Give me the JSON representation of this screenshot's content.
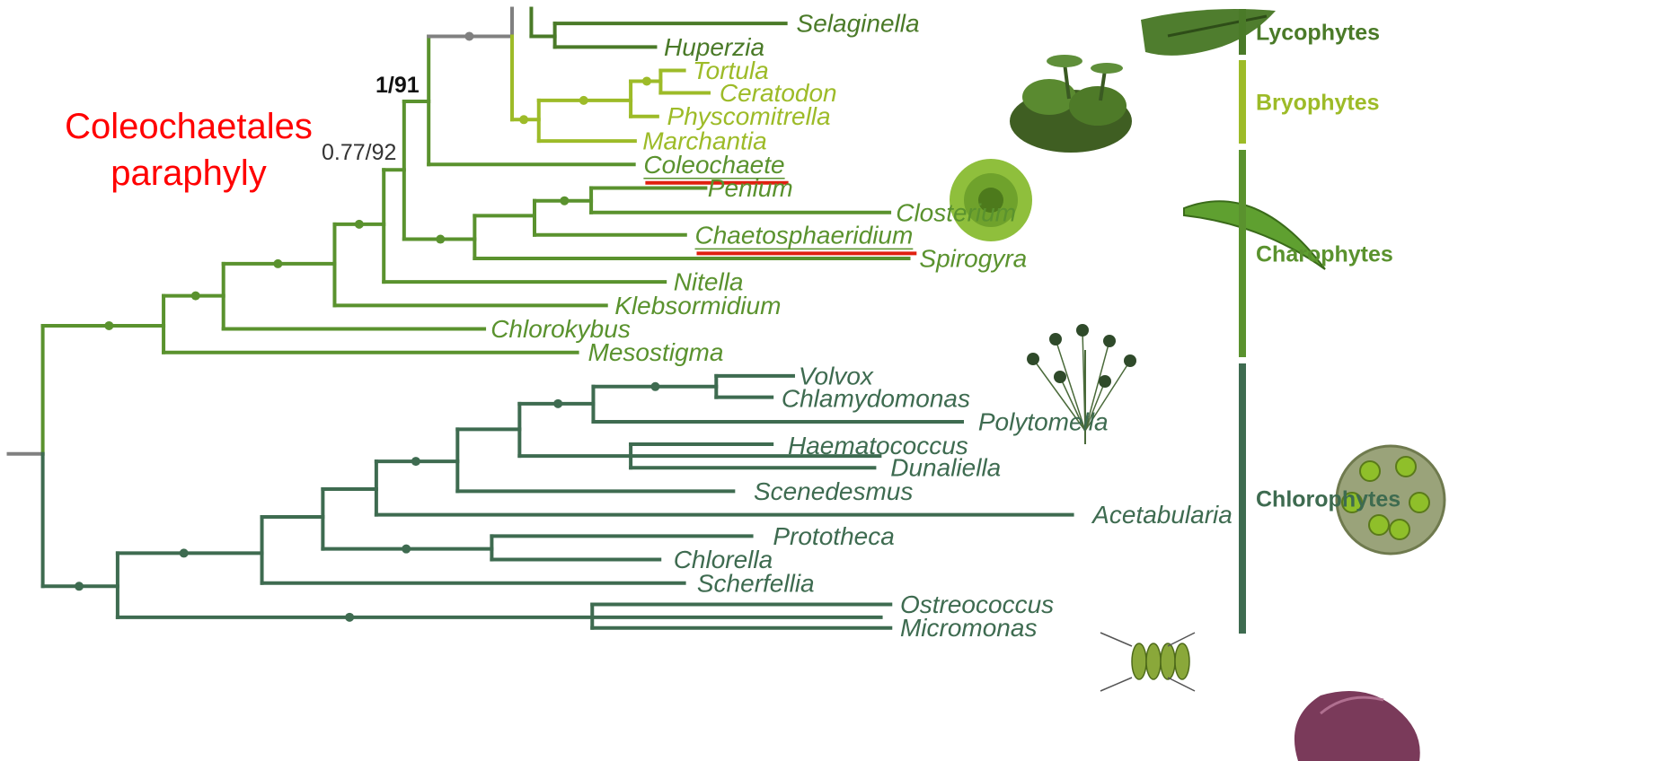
{
  "headline": {
    "line1": "Coleochaetales",
    "line2": "paraphyly"
  },
  "support_values": {
    "land_plants_node": "1/91",
    "coleochaete_node": "0.77/92"
  },
  "colors": {
    "lycophytes": "#4a7a28",
    "bryophytes": "#9dbb28",
    "charophytes": "#5a922e",
    "chlorophytes": "#3e6b50",
    "root": "#808080",
    "highlight": "#e02010",
    "headline": "#ff0000"
  },
  "clades": [
    {
      "name": "Lycophytes",
      "color": "#4a7a28"
    },
    {
      "name": "Bryophytes",
      "color": "#9dbb28"
    },
    {
      "name": "Charophytes",
      "color": "#5a922e"
    },
    {
      "name": "Chlorophytes",
      "color": "#3e6b50"
    }
  ],
  "taxa": [
    {
      "name": "Selaginella",
      "clade": "Lycophytes"
    },
    {
      "name": "Huperzia",
      "clade": "Lycophytes"
    },
    {
      "name": "Tortula",
      "clade": "Bryophytes"
    },
    {
      "name": "Ceratodon",
      "clade": "Bryophytes"
    },
    {
      "name": "Physcomitrella",
      "clade": "Bryophytes"
    },
    {
      "name": "Marchantia",
      "clade": "Bryophytes"
    },
    {
      "name": "Coleochaete",
      "clade": "Charophytes",
      "highlighted": true
    },
    {
      "name": "Penium",
      "clade": "Charophytes"
    },
    {
      "name": "Closterium",
      "clade": "Charophytes"
    },
    {
      "name": "Chaetosphaeridium",
      "clade": "Charophytes",
      "highlighted": true
    },
    {
      "name": "Spirogyra",
      "clade": "Charophytes"
    },
    {
      "name": "Nitella",
      "clade": "Charophytes"
    },
    {
      "name": "Klebsormidium",
      "clade": "Charophytes"
    },
    {
      "name": "Chlorokybus",
      "clade": "Charophytes"
    },
    {
      "name": "Mesostigma",
      "clade": "Charophytes"
    },
    {
      "name": "Volvox",
      "clade": "Chlorophytes"
    },
    {
      "name": "Chlamydomonas",
      "clade": "Chlorophytes"
    },
    {
      "name": "Polytomella",
      "clade": "Chlorophytes"
    },
    {
      "name": "Haematococcus",
      "clade": "Chlorophytes"
    },
    {
      "name": "Dunaliella",
      "clade": "Chlorophytes"
    },
    {
      "name": "Scenedesmus",
      "clade": "Chlorophytes"
    },
    {
      "name": "Acetabularia",
      "clade": "Chlorophytes"
    },
    {
      "name": "Prototheca",
      "clade": "Chlorophytes"
    },
    {
      "name": "Chlorella",
      "clade": "Chlorophytes"
    },
    {
      "name": "Scherfellia",
      "clade": "Chlorophytes"
    },
    {
      "name": "Ostreococcus",
      "clade": "Chlorophytes"
    },
    {
      "name": "Micromonas",
      "clade": "Chlorophytes"
    }
  ],
  "images": [
    {
      "name": "selaginella-image"
    },
    {
      "name": "moss-image"
    },
    {
      "name": "coleochaete-image"
    },
    {
      "name": "closterium-image"
    },
    {
      "name": "nitella-image"
    },
    {
      "name": "volvox-image"
    },
    {
      "name": "scenedesmus-image"
    },
    {
      "name": "seaweed-image"
    }
  ]
}
